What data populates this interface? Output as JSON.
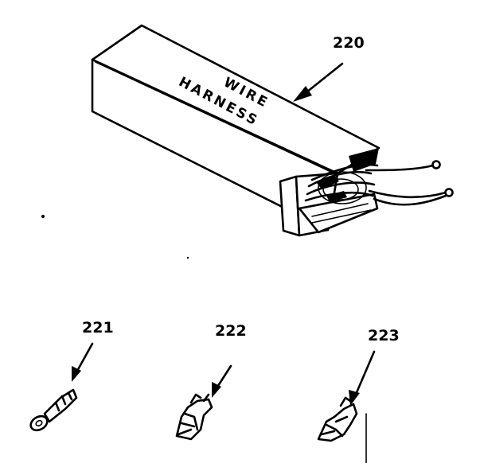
{
  "diagram": {
    "box_label_line1": "WIRE",
    "box_label_line2": "HARNESS",
    "callouts": {
      "harness": "220",
      "ring_terminal": "221",
      "terminal_b": "222",
      "terminal_c": "223"
    }
  }
}
